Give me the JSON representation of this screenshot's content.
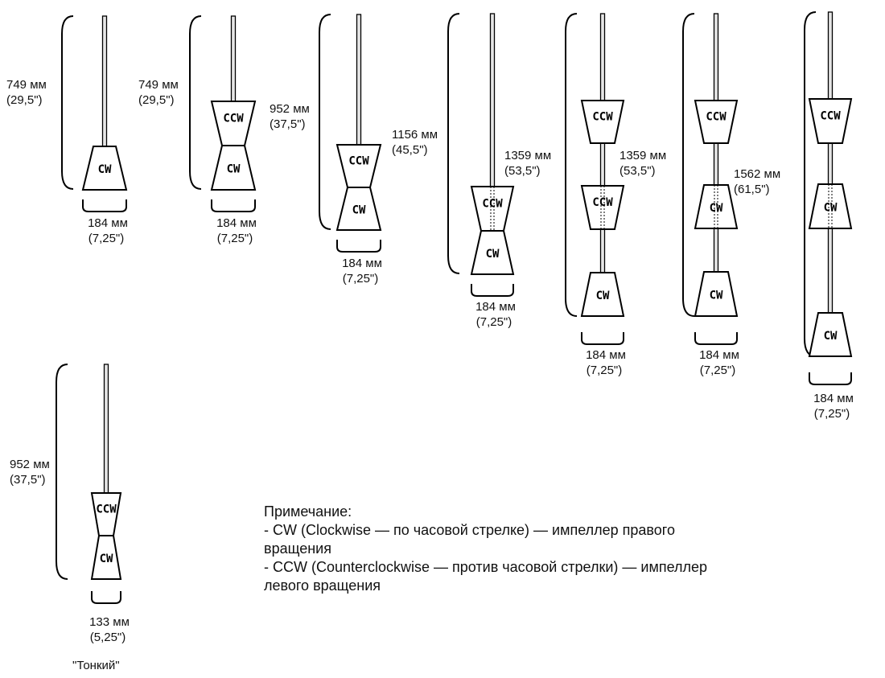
{
  "figures": [
    {
      "height": "749 мм",
      "height_in": "(29,5\")",
      "width": "184 мм",
      "width_in": "(7,25\")",
      "shades": [
        "CW"
      ]
    },
    {
      "height": "749 мм",
      "height_in": "(29,5\")",
      "width": "184 мм",
      "width_in": "(7,25\")",
      "shades": [
        "CCW",
        "CW"
      ]
    },
    {
      "height": "952 мм",
      "height_in": "(37,5\")",
      "width": "184 мм",
      "width_in": "(7,25\")",
      "shades": [
        "CCW",
        "CW"
      ]
    },
    {
      "height": "1156 мм",
      "height_in": "(45,5\")",
      "width": "184 мм",
      "width_in": "(7,25\")",
      "shades": [
        "CCW",
        "CW"
      ]
    },
    {
      "height": "1359 мм",
      "height_in": "(53,5\")",
      "width": "184 мм",
      "width_in": "(7,25\")",
      "shades": [
        "CCW",
        "CCW",
        "CW"
      ]
    },
    {
      "height": "1359 мм",
      "height_in": "(53,5\")",
      "width": "184 мм",
      "width_in": "(7,25\")",
      "shades": [
        "CCW",
        "CW",
        "CW"
      ]
    },
    {
      "height": "1562 мм",
      "height_in": "(61,5\")",
      "width": "184 мм",
      "width_in": "(7,25\")",
      "shades": [
        "CCW",
        "CW",
        "CW"
      ]
    },
    {
      "height": "952 мм",
      "height_in": "(37,5\")",
      "width": "133 мм",
      "width_in": "(5,25\")",
      "shades": [
        "CCW",
        "CW"
      ],
      "caption": "\"Тонкий\""
    }
  ],
  "note": {
    "title": "Примечание:",
    "line1": "- CW (Clockwise — по часовой стрелке)  — импеллер правого",
    "line2": "вращения",
    "line3": "- CCW (Counterclockwise — против часовой стрелки) — импеллер",
    "line4": "левого вращения"
  }
}
